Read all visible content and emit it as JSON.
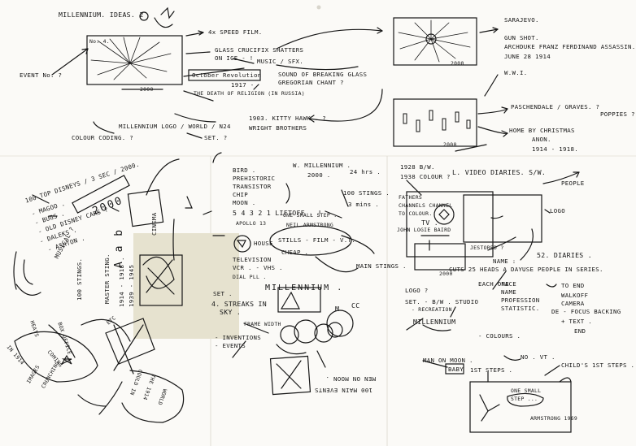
{
  "sheet": {
    "title": "MILLENNIUM. IDEAS. 2"
  },
  "top": {
    "frame1_label": "No. 4.",
    "speed_film": "4x SPEED FILM.",
    "glass_crucifix": [
      "GLASS CRUCIFIX SHATTERS",
      "ON ICE - !"
    ],
    "frame1_counter": "2000",
    "event_no": "EVENT No. ?",
    "october_revolution": "October Revolution",
    "year_1917": "1917 -",
    "death_of_religion": "THE DEATH OF RELIGION (IN RUSSIA)",
    "music_sfx": "MUSIC / SFX.",
    "sound_glass": [
      "SOUND OF BREAKING GLASS",
      "GREGORIAN CHANT ?"
    ],
    "frame2_counter": "2000",
    "sarajevo": [
      "SARAJEVO.",
      "GUN SHOT.",
      "ARCHDUKE FRANZ FERDINAND ASSASSIN.",
      "JUNE 28 1914"
    ],
    "ww1": "W.W.I.",
    "kitty_hawk": [
      "1903. KITTY HAWK . ?",
      "WRIGHT BROTHERS"
    ],
    "millennium_logo": "MILLENNIUM LOGO / WORLD / N24",
    "set": "SET. ?",
    "colour_coding": "COLOUR CODING. ?",
    "frame3_counter": "2000",
    "poachendale": "PASCHENDALE / GRAVES. ?",
    "poppies": "POPPIES ?",
    "home_christmas": [
      "HOME BY CHRISTMAS",
      "ANON.",
      "1914 - 1918."
    ]
  },
  "left": {
    "items": [
      "100 TOP DISNEYS / 3 SEC / 2000.",
      "- MAGOO .",
      "- BUGS .",
      "- OLD DISNEY CARS ?",
      "- DALEKS .",
      "- ASHTON .",
      "MUSICAL ?"
    ],
    "bottom_a": "100 STINGS.",
    "bottom_b": "MASTER STING.",
    "years": [
      "1914 - 1918 .",
      "1939 - 1945"
    ],
    "big_2000": "2000",
    "letters": "A a b",
    "ciner": "CINEMA",
    "lower_notes": [
      "HEATS",
      "BOX OFFICE",
      "IN 1914",
      "ETC",
      "COULD IN",
      "THE 1914",
      "COMING",
      "IMAGES",
      "CRUNCHING",
      "WORLD"
    ]
  },
  "middle": {
    "list": [
      "BIRD .",
      "PREHISTORIC",
      "TRANSISTOR",
      "CHIP",
      "MOON ."
    ],
    "countdown": "5 4 3 2 1 LIFTOFF . !",
    "apollo": "APOLLO 13",
    "w_millennium": "W. MILLENNIUM .",
    "y2000": "2000 .",
    "hrs": "24 hrs .",
    "stings": "100 STINGS .",
    "mins": "3 mins .",
    "one_small": "ONE SMALL STEP .",
    "neil": "NEIL ARMSTRONG",
    "stills": "STILLS - FILM - V.T.",
    "cheap": "CHEAP .",
    "house": "HOUSE",
    "television": "TELEVISION",
    "vcr": "VCR . - VHS .",
    "dial": "DIAL PLL .",
    "millennium_word": "MILLENNIUM .",
    "set2": "SET .",
    "streaks": [
      "4. STREAKS IN",
      "SKY ."
    ],
    "frame_width": "FRAME WIDTH",
    "inventions": [
      "- INVENTIONS",
      "- EVENTS"
    ],
    "main_stings": "MAIN STINGS .",
    "m": "M",
    "cc": "CC",
    "bottom_rot": [
      "MEN ON MOON .",
      "100 MAIN EVENTS"
    ]
  },
  "right": {
    "diaries": [
      "1928 B/W.",
      "1938 COLOUR ?"
    ],
    "video_diaries": "L. VIDEO DIARIES.  S/W.",
    "fathers": [
      "FATHERS",
      "CHANNELS CHANNEL",
      "TO COLOUR.",
      "TV ."
    ],
    "john_logie": "JOHN LOGIE BAIRD",
    "people": "PEOPLE",
    "logo": "LOGO",
    "jestored": "JESTORED ?",
    "counter": "2000",
    "name": "NAME :",
    "cuts": "CUTS 25 HEADS A DAY.",
    "each_one": "EACH ONE",
    "diaries52": "52. DIARIES .",
    "use_people": "USE PEOPLE IN SERIES.",
    "face_list": [
      "FACE",
      "NAME",
      "PROFESSION",
      "STATISTIC."
    ],
    "to_end": "TO END",
    "walk_list": [
      "WALKOFF",
      "CAMERA",
      "DE - FOCUS BACKING",
      "+ TEXT .",
      "END"
    ],
    "logo_q": "LOGO ?",
    "set3": "SET.  -  B/W . STUDIO",
    "recreation": "- RECREATION",
    "millennium3": "MILLENNIUM",
    "colours": "- COLOURS .",
    "man_on_moon": "MAN ON MOON .",
    "no_vt": "NO . VT .",
    "baby": "BABY",
    "first_steps": "1ST STEPS .",
    "childs_steps": "CHILD'S 1ST STEPS .",
    "one_small": [
      "ONE SMALL",
      "STEP ..."
    ],
    "armstrong": "ARMSTRONG 1969"
  }
}
